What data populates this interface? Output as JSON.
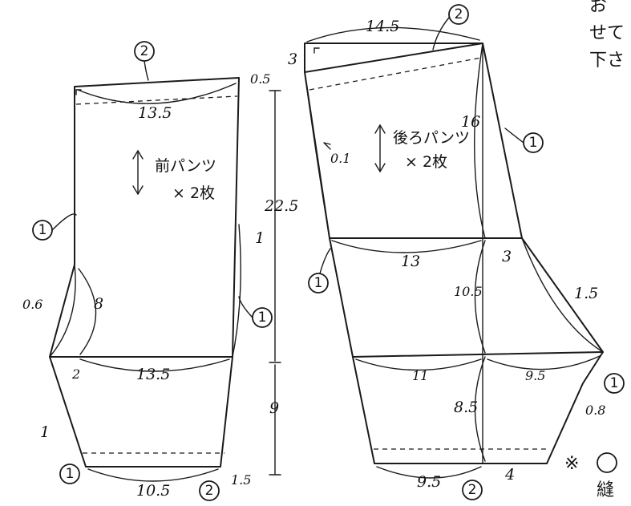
{
  "front": {
    "title": "前パンツ",
    "count": "× 2枚",
    "dims": {
      "top_width": "13.5",
      "mid_width": "13.5",
      "bottom_width": "10.5",
      "height_upper": "22.5",
      "height_lower": "9",
      "top_right_offset": "0.5",
      "crotch_drop": "8",
      "crotch_offset": "0.6",
      "side_offset": "1",
      "crotch_ext": "2",
      "hem_right": "1.5",
      "inseam_offset": "1"
    },
    "markers": [
      "2",
      "1",
      "1",
      "1",
      "2"
    ]
  },
  "back": {
    "title": "後ろパンツ",
    "count": "× 2枚",
    "dims": {
      "top_width": "14.5",
      "left_rise": "3",
      "center_height": "16",
      "mid_width": "13",
      "mid_right": "3",
      "back_offset": "0.1",
      "crotch_height": "10.5",
      "crotch_curve": "1.5",
      "lower_left": "11",
      "lower_right": "9.5",
      "lower_height": "8.5",
      "hem_offset": "0.8",
      "hem_left": "9.5",
      "hem_right": "4"
    },
    "markers": [
      "2",
      "1",
      "1",
      "1",
      "2"
    ]
  },
  "notes": {
    "top_right": [
      "お",
      "せて",
      "下さ"
    ],
    "bottom_right_symbol": "※",
    "bottom_right_text": "縫"
  }
}
